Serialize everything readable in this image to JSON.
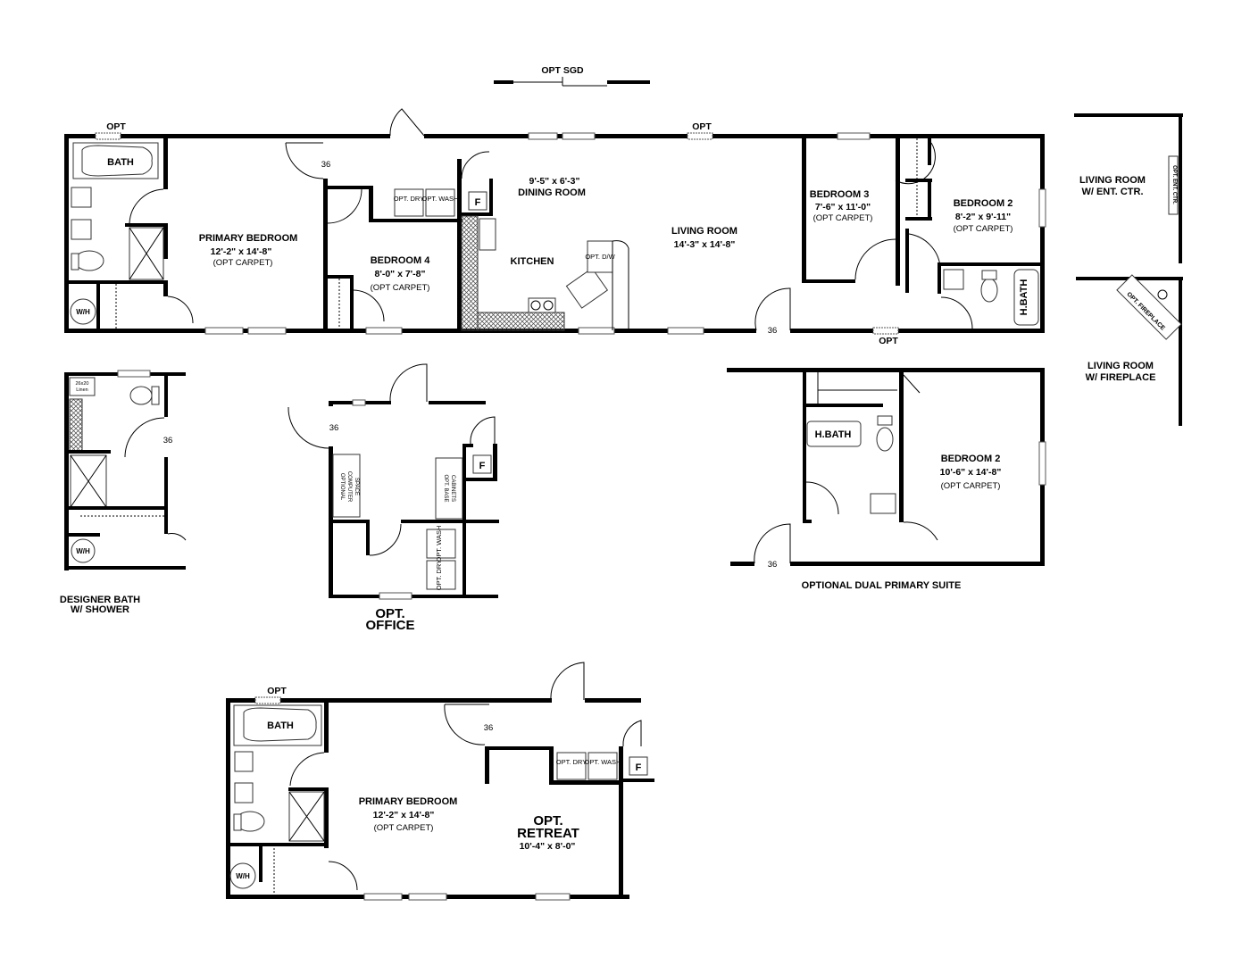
{
  "top": {
    "opt_sgd": "OPT SGD"
  },
  "main_plan": {
    "opt_labels": [
      "OPT",
      "OPT",
      "OPT"
    ],
    "door_36": "36",
    "bath": "BATH",
    "wh": "W/H",
    "primary_bedroom": {
      "name": "PRIMARY BEDROOM",
      "size": "12'-2\" x  14'-8\"",
      "note": "(OPT CARPET)"
    },
    "bedroom4": {
      "name": "BEDROOM 4",
      "size": "8'-0\" x  7'-8\"",
      "note": "(OPT CARPET)"
    },
    "dry": "OPT. DRY",
    "wash": "OPT. WASH",
    "furnace": "F",
    "dining": {
      "size": "9'-5\" x  6'-3\"",
      "name": "DINING ROOM"
    },
    "kitchen": "KITCHEN",
    "dw": "OPT. D/W",
    "living": {
      "name": "LIVING ROOM",
      "size": "14'-3\" x  14'-8\""
    },
    "bedroom3": {
      "name": "BEDROOM 3",
      "size": "7'-6\" x  11'-0\"",
      "note": "(OPT CARPET)"
    },
    "bedroom2": {
      "name": "BEDROOM 2",
      "size": "8'-2\" x  9'-11\"",
      "note": "(OPT CARPET)"
    },
    "hbath": "H.BATH"
  },
  "living_ent": {
    "title_1": "LIVING ROOM",
    "title_2": "W/ ENT. CTR.",
    "ent": "OPT. ENT. CTR."
  },
  "living_fire": {
    "title_1": "LIVING ROOM",
    "title_2": "W/ FIREPLACE",
    "fireplace": "OPT. FIREPLACE"
  },
  "designer_bath": {
    "linen_1": "26x20",
    "linen_2": "Linen",
    "door_36": "36",
    "wh": "W/H",
    "title_1": "DESIGNER BATH",
    "title_2": "W/ SHOWER"
  },
  "office": {
    "door_36": "36",
    "computer_1": "OPTIONAL",
    "computer_2": "COMPUTER",
    "computer_3": "SPACE",
    "cab_1": "OPT. BASE",
    "cab_2": "CABINETS",
    "furnace": "F",
    "wash": "OPT. WASH",
    "dry": "OPT. DRY",
    "title_1": "OPT.",
    "title_2": "OFFICE"
  },
  "dual_suite": {
    "hbath": "H.BATH",
    "bedroom": {
      "name": "BEDROOM 2",
      "size": "10'-6\" x  14'-8\"",
      "note": "(OPT CARPET)"
    },
    "door_36": "36",
    "title": "OPTIONAL DUAL PRIMARY SUITE"
  },
  "retreat_plan": {
    "opt": "OPT",
    "bath": "BATH",
    "wh": "W/H",
    "door_36": "36",
    "primary_bedroom": {
      "name": "PRIMARY BEDROOM",
      "size": "12'-2\" x  14'-8\"",
      "note": "(OPT CARPET)"
    },
    "dry": "OPT. DRY",
    "wash": "OPT. WASH",
    "furnace": "F",
    "retreat": {
      "title_1": "OPT.",
      "title_2": "RETREAT",
      "size": "10'-4\" x  8'-0\""
    }
  }
}
